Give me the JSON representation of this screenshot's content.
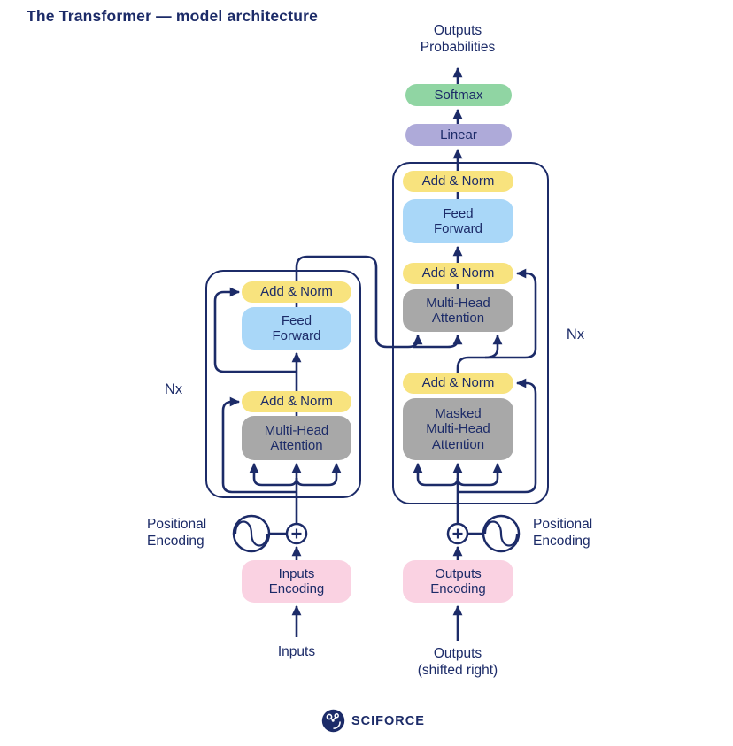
{
  "title": "The Transformer — model architecture",
  "colors": {
    "navy": "#1c2b68",
    "yellow": "#f8e37e",
    "blue": "#a9d7f8",
    "gray": "#a8a8a8",
    "green": "#90d5a3",
    "purple": "#aeaad9",
    "pink": "#fad2e2",
    "background": "#ffffff"
  },
  "output_head": {
    "probabilities": [
      "Outputs",
      "Probabilities"
    ],
    "softmax": "Softmax",
    "linear": "Linear"
  },
  "encoder": {
    "nx": "Nx",
    "add_norm_top": "Add & Norm",
    "feed_forward": [
      "Feed",
      "Forward"
    ],
    "add_norm_bottom": "Add & Norm",
    "attention": [
      "Multi-Head",
      "Attention"
    ],
    "embedding": [
      "Inputs",
      "Encoding"
    ],
    "positional": [
      "Positional",
      "Encoding"
    ],
    "input_label": "Inputs"
  },
  "decoder": {
    "nx": "Nx",
    "add_norm_top": "Add & Norm",
    "feed_forward": [
      "Feed",
      "Forward"
    ],
    "add_norm_mid": "Add & Norm",
    "attention": [
      "Multi-Head",
      "Attention"
    ],
    "add_norm_bottom": "Add & Norm",
    "masked_attention": [
      "Masked",
      "Multi-Head",
      "Attention"
    ],
    "embedding": [
      "Outputs",
      "Encoding"
    ],
    "positional": [
      "Positional",
      "Encoding"
    ],
    "input_label": [
      "Outputs",
      "(shifted right)"
    ]
  },
  "icons": {
    "positional_encoding": "sine-wave-circle",
    "add": "plus-in-circle",
    "brand_logo": "sciforce-molecule-circle"
  },
  "footer": {
    "brand": "SCIFORCE"
  }
}
